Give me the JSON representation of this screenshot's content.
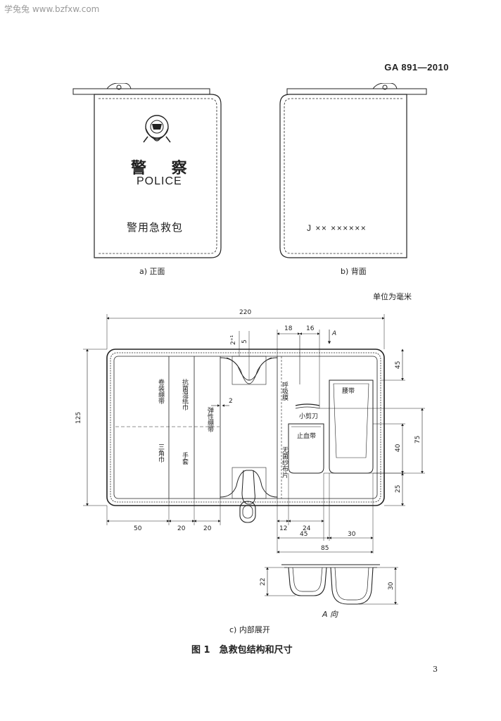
{
  "watermark": "学兔兔 www.bzfxw.com",
  "standard_code": "GA 891—2010",
  "front_cover": {
    "title_cn": "警 察",
    "title_en": "POLICE",
    "subtitle": "警用急救包",
    "caption": "a) 正面"
  },
  "back_cover": {
    "serial": "J ×× ××××××",
    "caption": "b) 背面"
  },
  "unit_note": "单位为毫米",
  "interior": {
    "caption": "c) 内部展开",
    "dims": {
      "width": "220",
      "height": "125",
      "d18": "18",
      "d16": "16",
      "arrow_a": "A",
      "d2p1": "2⁺¹",
      "d5": "5",
      "d2": "2",
      "d45r": "45",
      "d75": "75",
      "d40": "40",
      "d25": "25",
      "d50": "50",
      "d20a": "20",
      "d20b": "20",
      "d12": "12",
      "d24": "24",
      "d45b": "45",
      "d30b": "30",
      "d85": "85"
    },
    "labels": {
      "gauze_roll": "卷装绷带",
      "antiseptic_wipe": "抗菌湿纸巾",
      "elastic_bandage": "弹性绷带",
      "gloves": "手套",
      "triangle_bandage": "三角巾",
      "airway": "呼吸膜",
      "scissors": "小剪刀",
      "tourniquet": "止血带",
      "sterile_gauze": "无菌纱布片",
      "belt_strap": "腰带"
    }
  },
  "view_a": {
    "d22": "22",
    "d30": "30",
    "caption": "A 向"
  },
  "figure_title": "图 1　急救包结构和尺寸",
  "page_number": "3"
}
